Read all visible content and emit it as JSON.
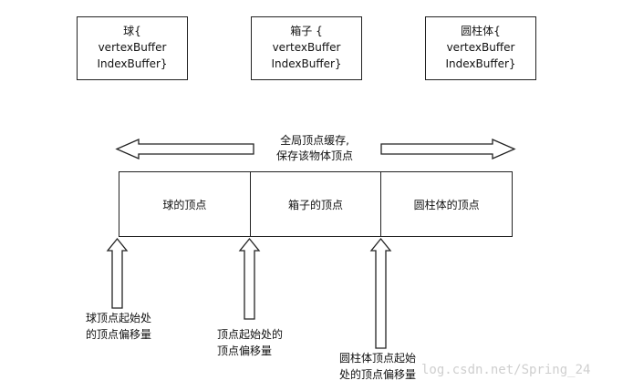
{
  "objects": [
    {
      "line1": "球{",
      "line2": "vertexBuffer",
      "line3": "IndexBuffer}"
    },
    {
      "line1": "箱子 {",
      "line2": "vertexBuffer",
      "line3": "IndexBuffer}"
    },
    {
      "line1": "圆柱体{",
      "line2": "vertexBuffer",
      "line3": "IndexBuffer}"
    }
  ],
  "global_buffer": {
    "line1": "全局顶点缓存,",
    "line2": "保存该物体顶点"
  },
  "segments": [
    "球的顶点",
    "箱子的顶点",
    "圆柱体的顶点"
  ],
  "offsets": [
    {
      "line1": "球顶点起始处",
      "line2": "的顶点偏移量"
    },
    {
      "line1": "顶点起始处的",
      "line2": "顶点偏移量"
    },
    {
      "line1": "圆柱体顶点起始",
      "line2": "处的顶点偏移量"
    }
  ],
  "watermark": "log.csdn.net/Spring_24"
}
